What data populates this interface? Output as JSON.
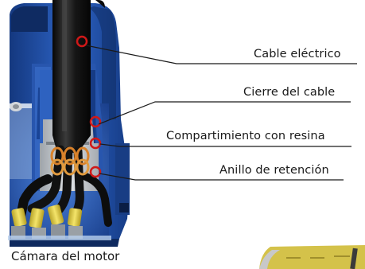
{
  "labels": {
    "cable": "Cable eléctrico",
    "cierre": "Cierre del cable",
    "resina": "Compartimiento con resina",
    "anillo": "Anillo de retención"
  },
  "caption": "Cámara del motor",
  "colors": {
    "housing_blue": "#1f4fa8",
    "housing_dark": "#123473",
    "cable_black": "#141414",
    "resin_grey": "#c8ccd0",
    "pointer_red": "#d01818",
    "coil_orange": "#d9822b",
    "connector_yellow": "#e6d24a"
  }
}
